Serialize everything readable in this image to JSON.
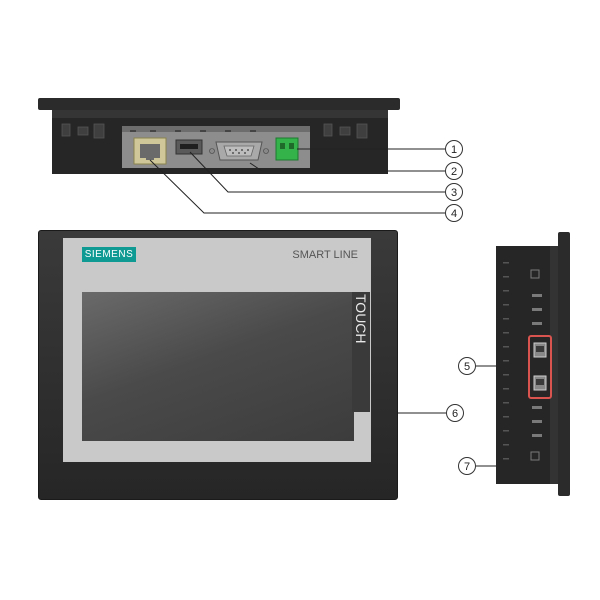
{
  "front_panel": {
    "brand": "SIEMENS",
    "model": "SMART LINE",
    "touch_label": "TOUCH"
  },
  "callouts": [
    "1",
    "2",
    "3",
    "4",
    "5",
    "6",
    "7"
  ],
  "colors": {
    "bezel": "#2e2e2e",
    "panel_face": "#c9c9c9",
    "screen": "#4a4a4a",
    "brand_badge": "#0f9a93",
    "connector_green": "#33b34a",
    "highlight_box": "#d9534f"
  }
}
